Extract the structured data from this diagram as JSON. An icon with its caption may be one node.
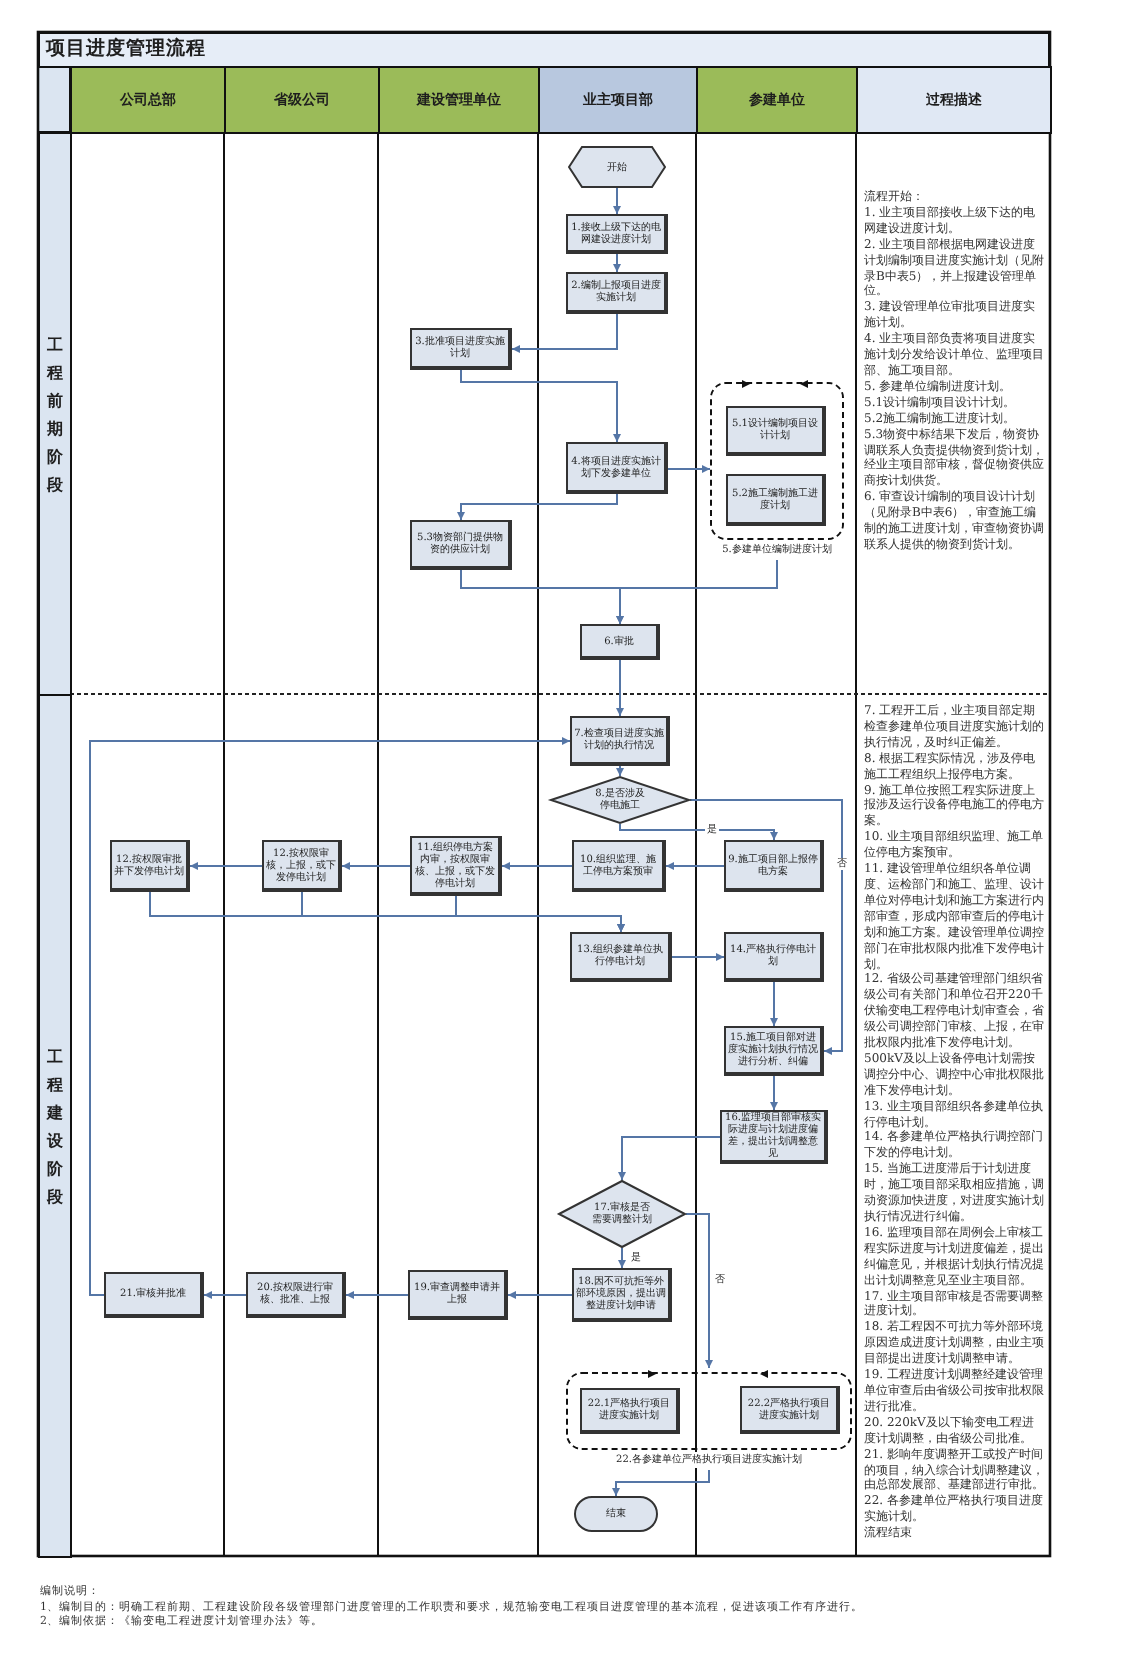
{
  "diagram": {
    "title": "项目进度管理流程",
    "nodes": [
      {
        "text": [
          "开始"
        ]
      },
      {
        "text": [
          "1.接收上级下达的电网建设进度计划"
        ]
      },
      {
        "text": [
          "2.编制上报项目进度实施计划"
        ]
      },
      {
        "text": [
          "3.批准项目进度实施计划"
        ]
      },
      {
        "text": [
          "4.将项目进度实施计划下发参建单位"
        ]
      },
      {
        "text": [
          "5.参建单位编制进度计划"
        ]
      },
      {
        "text": [
          "5.1设计编制项目设计计划"
        ],
        "in": 5
      },
      {
        "text": [
          "5.2施工编制施工进度计划"
        ],
        "in": 5
      },
      {
        "text": [
          "5.3物资部门提供物资的供应计划"
        ]
      },
      {
        "text": [
          "6.审批"
        ]
      },
      {
        "text": [
          "7.检查项目进度实施计划的执行情况"
        ]
      },
      {
        "text": [
          "8.是否涉及停电施工"
        ]
      },
      {
        "text": [
          "12.按权限审批并下发停电计划"
        ]
      },
      {
        "text": [
          "12.按权限审核，上报，或下发停电计划"
        ]
      },
      {
        "text": [
          "11.组织停电方案内审，按权限审核、上报，或下发停电计划"
        ]
      },
      {
        "text": [
          "10.组织监理、施工停电方案预审"
        ]
      },
      {
        "text": [
          "9.施工项目部上报停电方案"
        ]
      },
      {
        "text": [
          "13.组织参建单位执行停电计划"
        ]
      },
      {
        "text": [
          "14.严格执行停电计划"
        ]
      },
      {
        "text": [
          "15.施工项目部对进度实施计划执行情况进行分析、纠偏"
        ]
      },
      {
        "text": [
          "16.监理项目部审核实际进度与计划进度偏差，提出计划调整意见"
        ]
      },
      {
        "text": [
          "17.审核是否需要调整计划"
        ]
      },
      {
        "text": [
          "21.审核并批准"
        ]
      },
      {
        "text": [
          "20.按权限进行审核、批准、上报"
        ]
      },
      {
        "text": [
          "19.审查调整申请并上报"
        ]
      },
      {
        "text": [
          "18.因不可抗拒等外部环境原因，提出调整进度计划申请"
        ]
      },
      {
        "text": [
          "22.各参建单位严格执行项目进度实施计划"
        ]
      },
      {
        "text": [
          "22.1严格执行项目进度实施计划"
        ],
        "in": 26
      },
      {
        "text": [
          "22.2严格执行项目进度实施计划"
        ],
        "in": 26
      },
      {
        "text": [
          "结束"
        ]
      }
    ],
    "edges": [
      {
        "from": 0,
        "to": 1,
        "arrow": "to"
      },
      {
        "from": 1,
        "to": 2,
        "arrow": "to"
      },
      {
        "from": 2,
        "to": 3,
        "arrow": "to"
      },
      {
        "from": 3,
        "to": 4,
        "arrow": "to"
      },
      {
        "from": 4,
        "to": 5,
        "arrow": "to"
      },
      {
        "from": 4,
        "to": 8,
        "arrow": "to"
      },
      {
        "from": 5,
        "to": 9,
        "arrow": "to"
      },
      {
        "from": 8,
        "to": 9,
        "arrow": "to"
      },
      {
        "from": 9,
        "to": 10,
        "arrow": "to"
      },
      {
        "from": 10,
        "to": 11,
        "arrow": "to"
      },
      {
        "from": 11,
        "to": 16,
        "arrow": "to",
        "label": "是"
      },
      {
        "from": 11,
        "to": 19,
        "arrow": "to",
        "label": "否"
      },
      {
        "from": 16,
        "to": 15,
        "arrow": "to"
      },
      {
        "from": 15,
        "to": 14,
        "arrow": "to"
      },
      {
        "from": 14,
        "to": 13,
        "arrow": "to"
      },
      {
        "from": 13,
        "to": 12,
        "arrow": "to"
      },
      {
        "from": 12,
        "to": 17,
        "arrow": "to"
      },
      {
        "from": 13,
        "to": 17,
        "arrow": "to"
      },
      {
        "from": 14,
        "to": 17,
        "arrow": "to"
      },
      {
        "from": 17,
        "to": 18,
        "arrow": "to"
      },
      {
        "from": 18,
        "to": 19,
        "arrow": "to"
      },
      {
        "from": 19,
        "to": 20,
        "arrow": "to"
      },
      {
        "from": 20,
        "to": 21,
        "arrow": "to"
      },
      {
        "from": 21,
        "to": 25,
        "arrow": "to",
        "label": "是"
      },
      {
        "from": 21,
        "to": 26,
        "arrow": "to",
        "label": "否"
      },
      {
        "from": 25,
        "to": 24,
        "arrow": "to"
      },
      {
        "from": 24,
        "to": 23,
        "arrow": "to"
      },
      {
        "from": 23,
        "to": 22,
        "arrow": "to"
      },
      {
        "from": 22,
        "to": 10,
        "arrow": "to"
      },
      {
        "from": 26,
        "to": 29,
        "arrow": "to"
      }
    ],
    "labels": [
      "公司总部",
      "省级公司",
      "建设管理单位",
      "业主项目部",
      "参建单位",
      "过程描述",
      "工程前期阶段",
      "流程开始：",
      "1. 业主项目部接收上级下达的电网建设进度计划。",
      "2. 业主项目部根据电网建设进度计划编制项目进度实施计划（见附录B中表5），并上报建设管理单位。",
      "3. 建设管理单位审批项目进度实施计划。",
      "4. 业主项目部负责将项目进度实施计划分发给设计单位、监理项目部、施工项目部。",
      "5. 参建单位编制进度计划。",
      "5.1设计编制项目设计计划。",
      "5.2施工编制施工进度计划。",
      "5.3物资中标结果下发后，物资协调联系人负责提供物资到货计划，经业主项目部审核，督促物资供应商按计划供货。",
      "6. 审查设计编制的项目设计计划（见附录B中表6），审查施工编制的施工进度计划，审查物资协调联系人提供的物资到货计划。",
      "工程建设阶段",
      "7. 工程开工后，业主项目部定期检查参建单位项目进度实施计划的执行情况，及时纠正偏差。",
      "8. 根据工程实际情况，涉及停电施工工程组织上报停电方案。",
      "9. 施工单位按照工程实际进度上报涉及运行设备停电施工的停电方案。",
      "10. 业主项目部组织监理、施工单位停电方案预审。",
      "11. 建设管理单位组织各单位调度、运检部门和施工、监理、设计单位对停电计划和施工方案进行内部审查，形成内部审查后的停电计划和施工方案。建设管理单位调控部门在审批权限内批准下发停电计划。",
      "12. 省级公司基建管理部门组织省级公司有关部门和单位召开220千伏输变电工程停电计划审查会，省级公司调控部门审核、上报，在审批权限内批准下发停电计划。",
      "500kV及以上设备停电计划需按调控分中心、调控中心审批权限批准下发停电计划。",
      "13. 业主项目部组织各参建单位执行停电计划。",
      "14. 各参建单位严格执行调控部门下发的停电计划。",
      "15. 当施工进度滞后于计划进度时，施工项目部采取相应措施，调动资源加快进度，对进度实施计划执行情况进行纠偏。",
      "16. 监理项目部在周例会上审核工程实际进度与计划进度偏差，提出纠偏意见，并根据计划执行情况提出计划调整意见至业主项目部。",
      "17. 业主项目部审核是否需要调整进度计划。",
      "18. 若工程因不可抗力等外部环境原因造成进度计划调整，由业主项目部提出进度计划调整申请。",
      "19. 工程进度计划调整经建设管理单位审查后由省级公司按审批权限进行批准。",
      "20. 220kV及以下输变电工程进度计划调整，由省级公司批准。",
      "21. 影响年度调整开工或投产时间的项目，纳入综合计划调整建议，由总部发展部、基建部进行审批。",
      "22. 各参建单位严格执行项目进度实施计划。",
      "流程结束",
      "编制说明：",
      "1、编制目的：明确工程前期、工程建设阶段各级管理部门进度管理的工作职责和要求，规范输变电工程项目进度管理的基本流程，促进该项工作有序进行。",
      "2、编制依据：《输变电工程进度计划管理办法》等。"
    ]
  }
}
